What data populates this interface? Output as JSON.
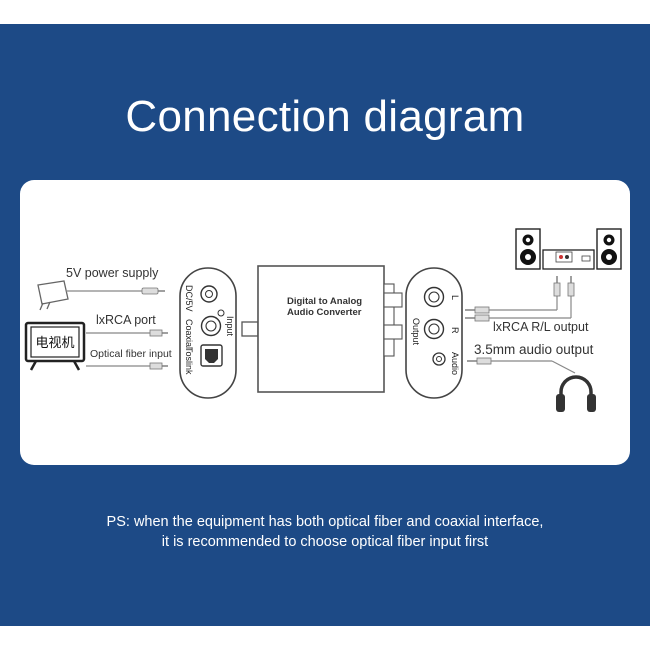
{
  "title": "Connection diagram",
  "diagram": {
    "power_label": "5V power supply",
    "tv_label": "电视机",
    "rca_port_label": "lxRCA port",
    "optical_label": "Optical fiber input",
    "input_panel": {
      "dc_label": "DC/5V",
      "input_label": "Input",
      "coaxial_label": "Coaxial",
      "toslink_label": "Toslink"
    },
    "device_label_line1": "Digital to Analog",
    "device_label_line2": "Audio Converter",
    "output_panel": {
      "output_label": "Output",
      "l_label": "L",
      "r_label": "R",
      "audio_label": "Audio"
    },
    "rca_output_label": "lxRCA R/L output",
    "aux_output_label": "3.5mm audio output"
  },
  "note": {
    "line1": "PS: when the equipment has both optical fiber and coaxial interface,",
    "line2": "it is recommended to choose optical fiber input first"
  }
}
